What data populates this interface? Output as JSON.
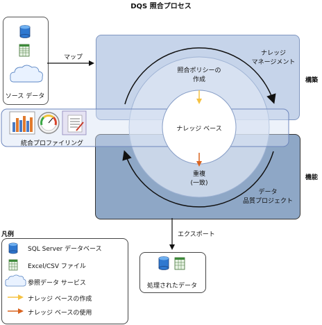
{
  "title": "DQS 照合プロセス",
  "source": {
    "label": "ソース データ"
  },
  "arrow_map": {
    "label": "マップ"
  },
  "knowledge_mgmt": {
    "label": "ナレッジ\nマネージメント"
  },
  "matching_policy": {
    "label": "照合ポリシーの\n作成"
  },
  "knowledge_base": {
    "label": "ナレッジ ベース"
  },
  "duplicate": {
    "label": "重複\n(一致)"
  },
  "data_quality_project": {
    "label": "データ\n品質プロジェクト"
  },
  "integrated_profiling": {
    "label": "統合プロファイリング"
  },
  "side_labels": {
    "build": "構築",
    "function": "機能"
  },
  "export": {
    "label": "エクスポート"
  },
  "processed": {
    "label": "処理されたデータ"
  },
  "legend": {
    "title": "凡例",
    "items": [
      {
        "label": "SQL Server データベース",
        "icon": "database-icon"
      },
      {
        "label": "Excel/CSV ファイル",
        "icon": "spreadsheet-icon"
      },
      {
        "label": "参照データ サービス",
        "icon": "cloud-icon"
      },
      {
        "label": "ナレッジ ベースの作成",
        "icon": "yellow-arrow-icon"
      },
      {
        "label": "ナレッジ ベースの使用",
        "icon": "orange-arrow-icon"
      }
    ]
  },
  "colors": {
    "top_box": "#c6d4ea",
    "bottom_box": "#8ea7c6",
    "ring": "#dce6f3",
    "yellow_arrow": "#f5c242",
    "orange_arrow": "#d9631f"
  }
}
